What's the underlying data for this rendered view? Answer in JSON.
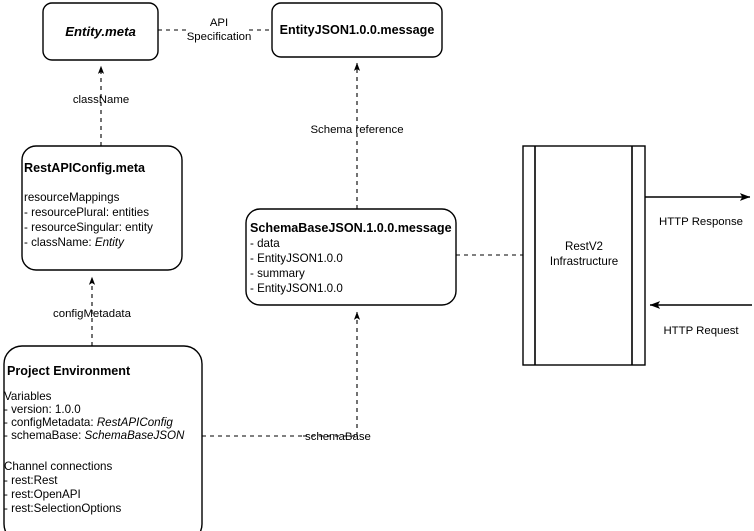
{
  "diagram": {
    "title_hidden": "",
    "nodes": {
      "entity_meta": {
        "title": "Entity.meta"
      },
      "entity_json_message": {
        "title": "EntityJSON1.0.0.message"
      },
      "rest_api_config_meta": {
        "title": "RestAPIConfig.meta",
        "lines": [
          "resourceMappings",
          "   -  resourcePlural: entities",
          "   -  resourceSingular: entity",
          "   -  className: Entity"
        ],
        "italic_line_index": 3,
        "italic_tail": "Entity"
      },
      "schema_base_json_message": {
        "title": "SchemaBaseJSON.1.0.0.message",
        "lines": [
          "-  data",
          "   -  EntityJSON1.0.0",
          "-  summary",
          "   -  EntityJSON1.0.0"
        ]
      },
      "project_environment": {
        "title": "Project Environment",
        "lines": [
          "Variables",
          "-  version: 1.0.0",
          "-  configMetadata: RestAPIConfig",
          "-  schemaBase: SchemaBaseJSON",
          "",
          "Channel connections",
          "-  rest:Rest",
          "-  rest:OpenAPI",
          "-  rest:SelectionOptions"
        ]
      },
      "restv2_infrastructure": {
        "title_line1": "RestV2",
        "title_line2": "Infrastructure"
      }
    },
    "edges": {
      "api_specification": {
        "label_line1": "API",
        "label_line2": "Specification"
      },
      "class_name": {
        "label": "className"
      },
      "schema_reference": {
        "label": "Schema reference"
      },
      "config_metadata": {
        "label": "configMetadata"
      },
      "schema_base": {
        "label": "schemaBase"
      },
      "http_response": {
        "label": "HTTP Response"
      },
      "http_request": {
        "label": "HTTP Request"
      }
    },
    "colors": {
      "stroke": "#000000",
      "fill": "#ffffff",
      "text": "#000000"
    }
  }
}
